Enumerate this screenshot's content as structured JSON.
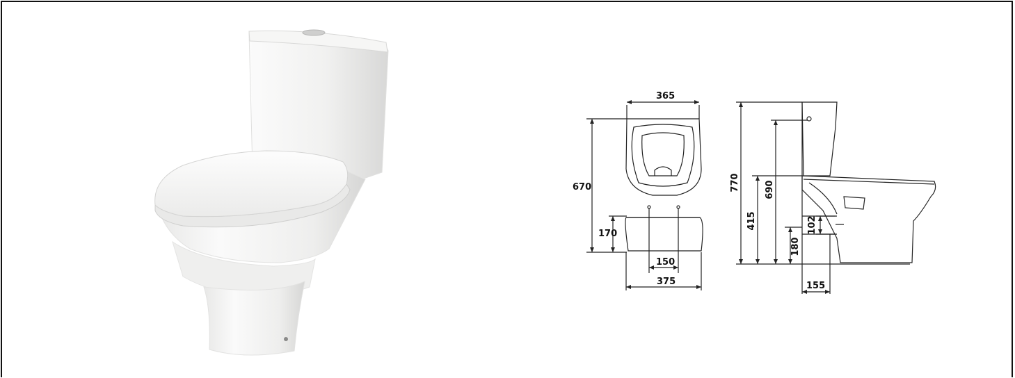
{
  "colors": {
    "line": "#222222",
    "porcelain": "#f4f4f3",
    "shadow": "#d9d9d8",
    "frame": "#111111"
  },
  "product_photo": {
    "subject": "toilet-photo"
  },
  "front_view": {
    "dim_top_width": "365",
    "dim_height": "670",
    "dim_lower_height": "170",
    "dim_bolt_spacing": "150",
    "dim_bottom_width": "375"
  },
  "side_view": {
    "dim_total_height": "770",
    "dim_inlet_height": "690",
    "dim_seat_height": "415",
    "dim_outlet_height": "180",
    "dim_outlet_size": "102",
    "dim_outlet_offset": "155"
  }
}
